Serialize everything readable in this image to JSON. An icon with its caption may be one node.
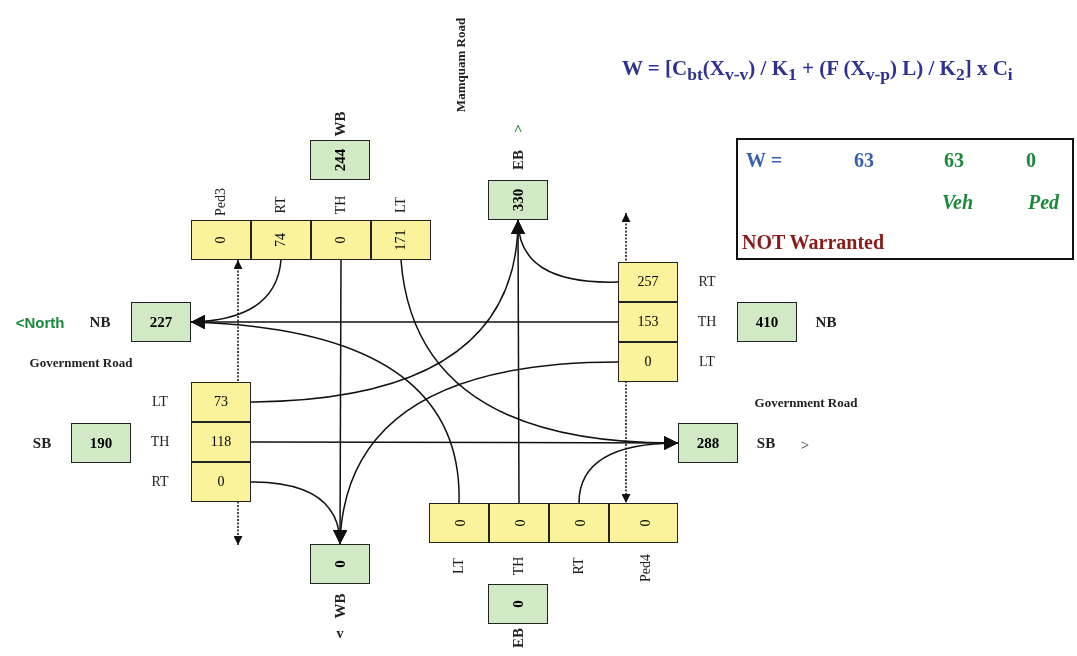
{
  "diagram": {
    "title": "W = [C$_{bt}$(X$_{v-v}$) / K$_{1}$ + (F (X$_{v-p}$) L) / K$_{2}$] x C$_{i}$",
    "nodes": [
      {
        "text": [
          "244"
        ],
        "beside": [
          "WB"
        ]
      },
      {
        "text": [
          "330"
        ],
        "beside": [
          "EB"
        ]
      },
      {
        "text": [
          "W =",
          "63",
          "63",
          "0",
          "Veh",
          "Ped",
          "NOT Warranted"
        ]
      },
      {
        "text": [
          "0"
        ],
        "beside": [
          "Ped3"
        ]
      },
      {
        "text": [
          "74"
        ],
        "beside": [
          "RT"
        ]
      },
      {
        "text": [
          "0"
        ],
        "beside": [
          "TH"
        ]
      },
      {
        "text": [
          "171"
        ],
        "beside": [
          "LT"
        ]
      },
      {
        "text": [
          "257"
        ],
        "beside": [
          "RT"
        ]
      },
      {
        "text": [
          "153"
        ],
        "beside": [
          "TH"
        ]
      },
      {
        "text": [
          "0"
        ],
        "beside": [
          "LT"
        ]
      },
      {
        "text": [
          "227"
        ],
        "beside": [
          "NB"
        ]
      },
      {
        "text": [
          "410"
        ],
        "beside": [
          "NB"
        ]
      },
      {
        "text": [
          "73"
        ],
        "beside": [
          "LT"
        ]
      },
      {
        "text": [
          "118"
        ],
        "beside": [
          "TH"
        ]
      },
      {
        "text": [
          "0"
        ],
        "beside": [
          "RT"
        ]
      },
      {
        "text": [
          "190"
        ],
        "beside": [
          "SB"
        ]
      },
      {
        "text": [
          "288"
        ],
        "beside": [
          "SB"
        ]
      },
      {
        "text": [
          "0"
        ],
        "beside": [
          "LT"
        ]
      },
      {
        "text": [
          "0"
        ],
        "beside": [
          "TH"
        ]
      },
      {
        "text": [
          "0"
        ],
        "beside": [
          "RT"
        ]
      },
      {
        "text": [
          "0"
        ],
        "beside": [
          "Ped4"
        ]
      },
      {
        "text": [
          "0"
        ],
        "beside": [
          "WB"
        ]
      },
      {
        "text": [
          "0"
        ],
        "beside": [
          "EB"
        ]
      }
    ],
    "edges": [
      {
        "from": 4,
        "to": 10,
        "arrow": "to"
      },
      {
        "from": 5,
        "to": 21,
        "arrow": "to"
      },
      {
        "from": 6,
        "to": 16,
        "arrow": "to"
      },
      {
        "from": 3,
        "to": null,
        "arrow": "both",
        "style": "dashed"
      },
      {
        "from": 7,
        "to": 1,
        "arrow": "to"
      },
      {
        "from": 8,
        "to": 10,
        "arrow": "to"
      },
      {
        "from": 9,
        "to": 21,
        "arrow": "to"
      },
      {
        "from": 12,
        "to": 1,
        "arrow": "to"
      },
      {
        "from": 13,
        "to": 16,
        "arrow": "to"
      },
      {
        "from": 14,
        "to": 21,
        "arrow": "to"
      },
      {
        "from": 17,
        "to": 10,
        "arrow": "to"
      },
      {
        "from": 18,
        "to": 1,
        "arrow": "to"
      },
      {
        "from": 19,
        "to": 16,
        "arrow": "to"
      },
      {
        "from": null,
        "to": 20,
        "arrow": "both",
        "style": "dashed"
      }
    ],
    "labels": [
      "Mamquam Road",
      "^",
      "<North",
      "Government Road",
      "Government Road",
      ">",
      "v"
    ]
  }
}
